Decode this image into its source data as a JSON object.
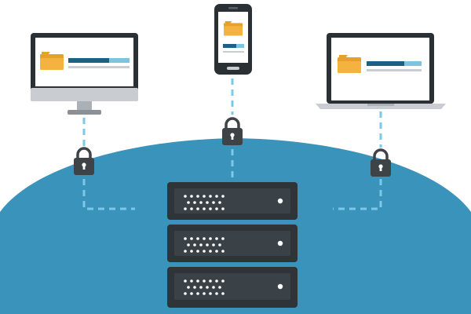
{
  "diagram": {
    "server": {
      "units": 3,
      "icon": "server-rack-icon"
    },
    "devices": [
      {
        "id": "desktop",
        "icon": "desktop-monitor-icon",
        "content_icon": "folder-icon"
      },
      {
        "id": "phone",
        "icon": "smartphone-icon",
        "content_icon": "folder-icon"
      },
      {
        "id": "laptop",
        "icon": "laptop-icon",
        "content_icon": "folder-icon"
      }
    ],
    "locks": [
      {
        "link": "desktop",
        "icon": "padlock-icon"
      },
      {
        "link": "phone",
        "icon": "padlock-icon"
      },
      {
        "link": "laptop",
        "icon": "padlock-icon"
      }
    ],
    "connection_style": "dashed",
    "colors": {
      "cloud": "#3a93bb",
      "device_frame": "#2b3035",
      "device_bezel": "#c9ccd0",
      "folder": "#f4b340",
      "folder_tab": "#e7a12a",
      "progress_fill": "#1e5f86",
      "progress_track": "#7fc3e0",
      "lock": "#3d4347",
      "server_body": "#2e3438",
      "dash": "#7cc8e8"
    }
  }
}
